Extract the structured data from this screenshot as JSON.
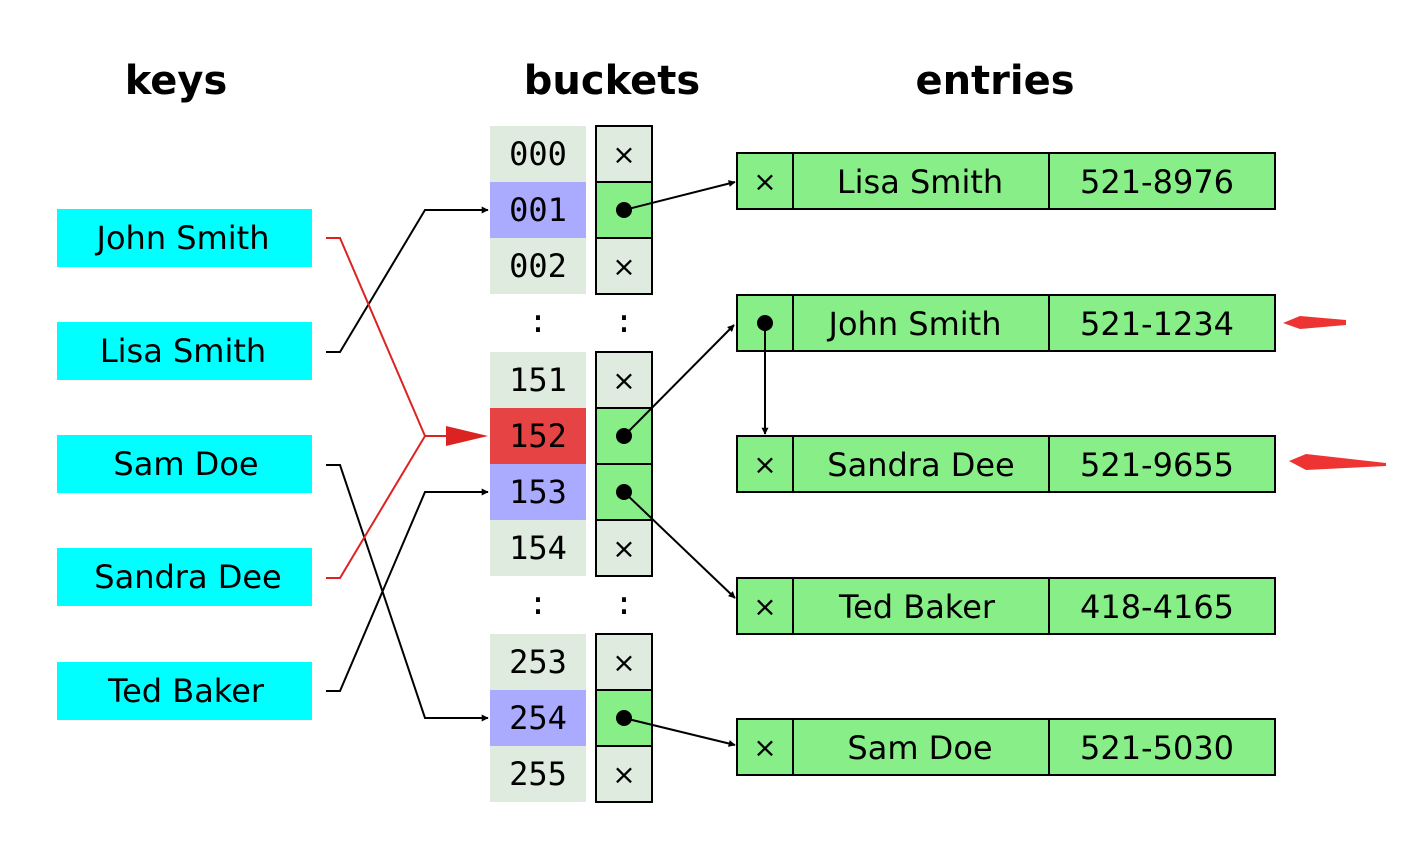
{
  "headers": {
    "keys": "keys",
    "buckets": "buckets",
    "entries": "entries"
  },
  "keys": [
    {
      "name": "John Smith"
    },
    {
      "name": "Lisa Smith"
    },
    {
      "name": "Sam Doe"
    },
    {
      "name": "Sandra Dee"
    },
    {
      "name": "Ted Baker"
    }
  ],
  "buckets": {
    "group1": [
      {
        "index": "000",
        "slot": "×"
      },
      {
        "index": "001",
        "slot": ""
      },
      {
        "index": "002",
        "slot": "×"
      }
    ],
    "group2": [
      {
        "index": "151",
        "slot": "×"
      },
      {
        "index": "152",
        "slot": ""
      },
      {
        "index": "153",
        "slot": ""
      },
      {
        "index": "154",
        "slot": "×"
      }
    ],
    "group3": [
      {
        "index": "253",
        "slot": "×"
      },
      {
        "index": "254",
        "slot": ""
      },
      {
        "index": "255",
        "slot": "×"
      }
    ],
    "ellipsis": ":"
  },
  "entries": [
    {
      "next": "×",
      "name": "Lisa Smith",
      "phone": "521-8976"
    },
    {
      "next": "",
      "name": "John Smith",
      "phone": "521-1234"
    },
    {
      "next": "×",
      "name": "Sandra Dee",
      "phone": "521-9655"
    },
    {
      "next": "×",
      "name": "Ted Baker",
      "phone": "418-4165"
    },
    {
      "next": "×",
      "name": "Sam Doe",
      "phone": "521-5030"
    }
  ],
  "colors": {
    "key_bg": "#00ffff",
    "bucket_bg": "#deebde",
    "bucket_highlight": "#aaaaff",
    "bucket_collision": "#e64444",
    "entry_bg": "#88ee88",
    "slot_bg": "#deebde",
    "slot_active_bg": "#88ee88",
    "collision_line": "#dd2222",
    "marker_arrow": "#ee3333"
  }
}
